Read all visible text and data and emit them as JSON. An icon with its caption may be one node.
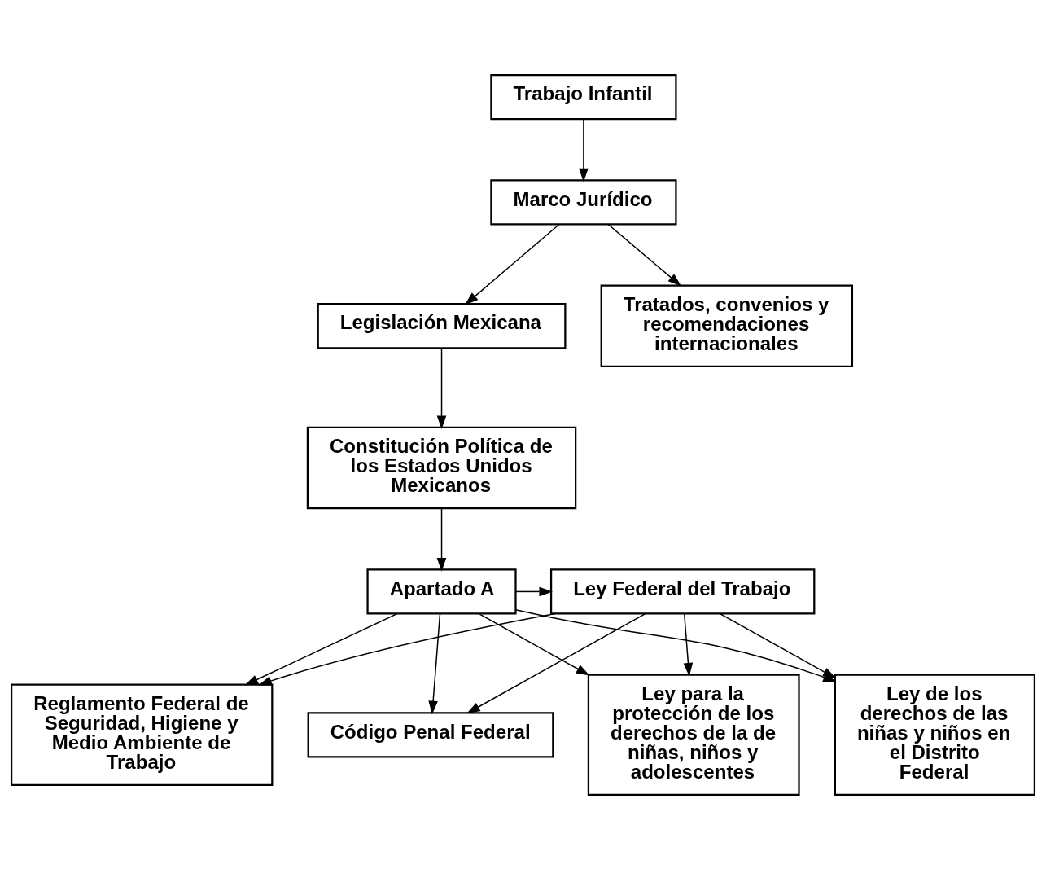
{
  "diagram": {
    "nodes": [
      {
        "text": [
          "Trabajo Infantil"
        ]
      },
      {
        "text": [
          "Marco Jurídico"
        ]
      },
      {
        "text": [
          "Legislación Mexicana"
        ]
      },
      {
        "text": [
          "Tratados, convenios y recomendaciones internacionales"
        ]
      },
      {
        "text": [
          "Constitución Política de los Estados Unidos Mexicanos"
        ]
      },
      {
        "text": [
          "Apartado A"
        ]
      },
      {
        "text": [
          "Ley Federal del Trabajo"
        ]
      },
      {
        "text": [
          "Reglamento Federal de Seguridad, Higiene y Medio Ambiente de Trabajo"
        ]
      },
      {
        "text": [
          "Código Penal Federal"
        ]
      },
      {
        "text": [
          "Ley para la protección de los derechos de la de niñas, niños y adolescentes"
        ]
      },
      {
        "text": [
          "Ley de los derechos de las niñas y niños en el Distrito Federal"
        ]
      }
    ],
    "edges": [
      {
        "from": 0,
        "to": 1,
        "arrow": "to"
      },
      {
        "from": 1,
        "to": 2,
        "arrow": "to"
      },
      {
        "from": 1,
        "to": 3,
        "arrow": "to"
      },
      {
        "from": 2,
        "to": 4,
        "arrow": "to"
      },
      {
        "from": 4,
        "to": 5,
        "arrow": "to"
      },
      {
        "from": 5,
        "to": 6,
        "arrow": "to"
      },
      {
        "from": 5,
        "to": 7,
        "arrow": "to"
      },
      {
        "from": 6,
        "to": 7,
        "arrow": "to"
      },
      {
        "from": 5,
        "to": 8,
        "arrow": "to"
      },
      {
        "from": 6,
        "to": 8,
        "arrow": "to"
      },
      {
        "from": 5,
        "to": 9,
        "arrow": "to"
      },
      {
        "from": 6,
        "to": 9,
        "arrow": "to"
      },
      {
        "from": 5,
        "to": 10,
        "arrow": "to"
      },
      {
        "from": 6,
        "to": 10,
        "arrow": "to"
      }
    ]
  }
}
